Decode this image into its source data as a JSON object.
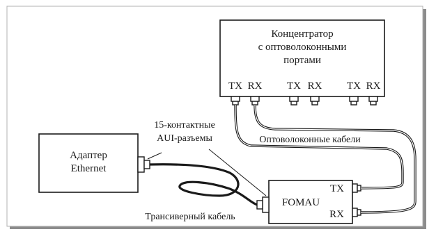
{
  "diagram": {
    "hub": {
      "title_lines": [
        "Концентратор",
        "с оптоволоконными",
        "портами"
      ],
      "ports": [
        {
          "tx": "TX",
          "rx": "RX"
        },
        {
          "tx": "TX",
          "rx": "RX"
        },
        {
          "tx": "TX",
          "rx": "RX"
        }
      ]
    },
    "adapter": {
      "label_lines": [
        "Адаптер",
        "Ethernet"
      ]
    },
    "fomau": {
      "label": "FOMAU",
      "tx_label": "TX",
      "rx_label": "RX"
    },
    "connector_note_lines": [
      "15-контактные",
      "AUI-разъемы"
    ],
    "fiber_cables_label": "Оптоволоконные кабели",
    "transceiver_cable_label": "Трансиверный кабель"
  },
  "colors": {
    "line": "#1a1a1a",
    "frame_shadow": "#8c8c8c",
    "background": "#ffffff"
  }
}
